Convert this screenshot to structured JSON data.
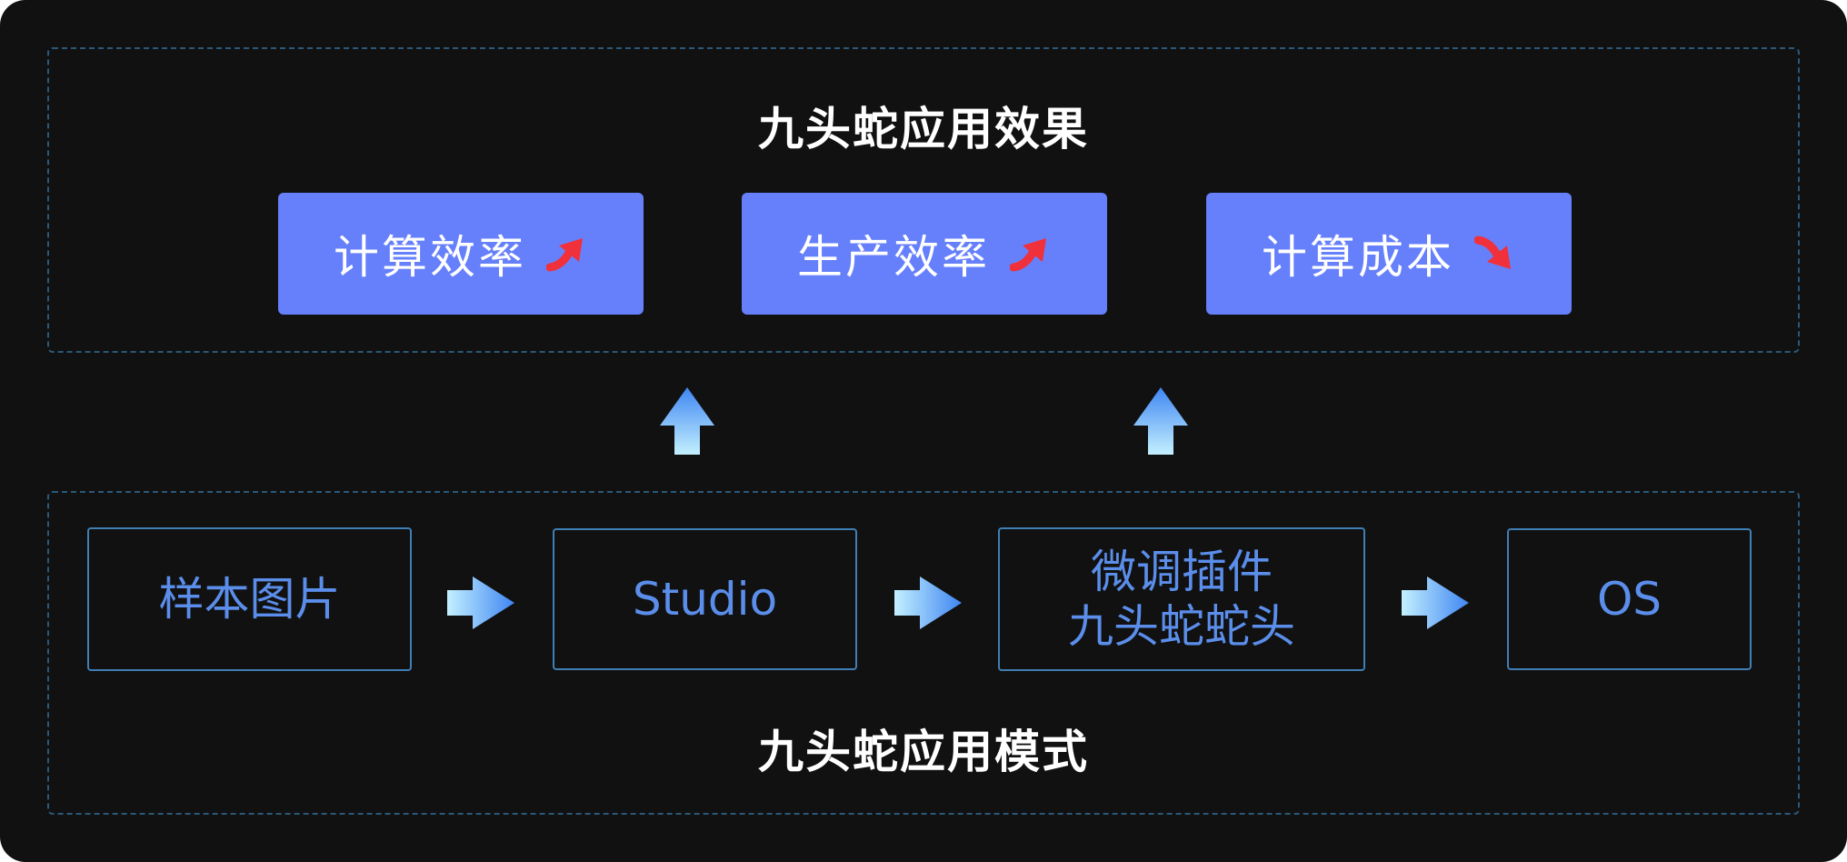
{
  "effects": {
    "title": "九头蛇应用效果",
    "cards": [
      {
        "label": "计算效率",
        "trend": "up"
      },
      {
        "label": "生产效率",
        "trend": "up"
      },
      {
        "label": "计算成本",
        "trend": "down"
      }
    ]
  },
  "modes": {
    "title": "九头蛇应用模式",
    "steps": [
      {
        "line1": "样本图片",
        "line2": ""
      },
      {
        "line1": "Studio",
        "line2": ""
      },
      {
        "line1": "微调插件",
        "line2": "九头蛇蛇头"
      },
      {
        "line1": "OS",
        "line2": ""
      }
    ]
  },
  "colors": {
    "background": "#111112",
    "card": "#6680fb",
    "mode_text": "#5b8eea",
    "mode_border": "#3f7fb4",
    "dashed_border": "#2b5878",
    "trend_arrow": "#f0303a",
    "flow_arrow_light": "#c4f0ff",
    "flow_arrow_dark": "#3f86f2"
  }
}
